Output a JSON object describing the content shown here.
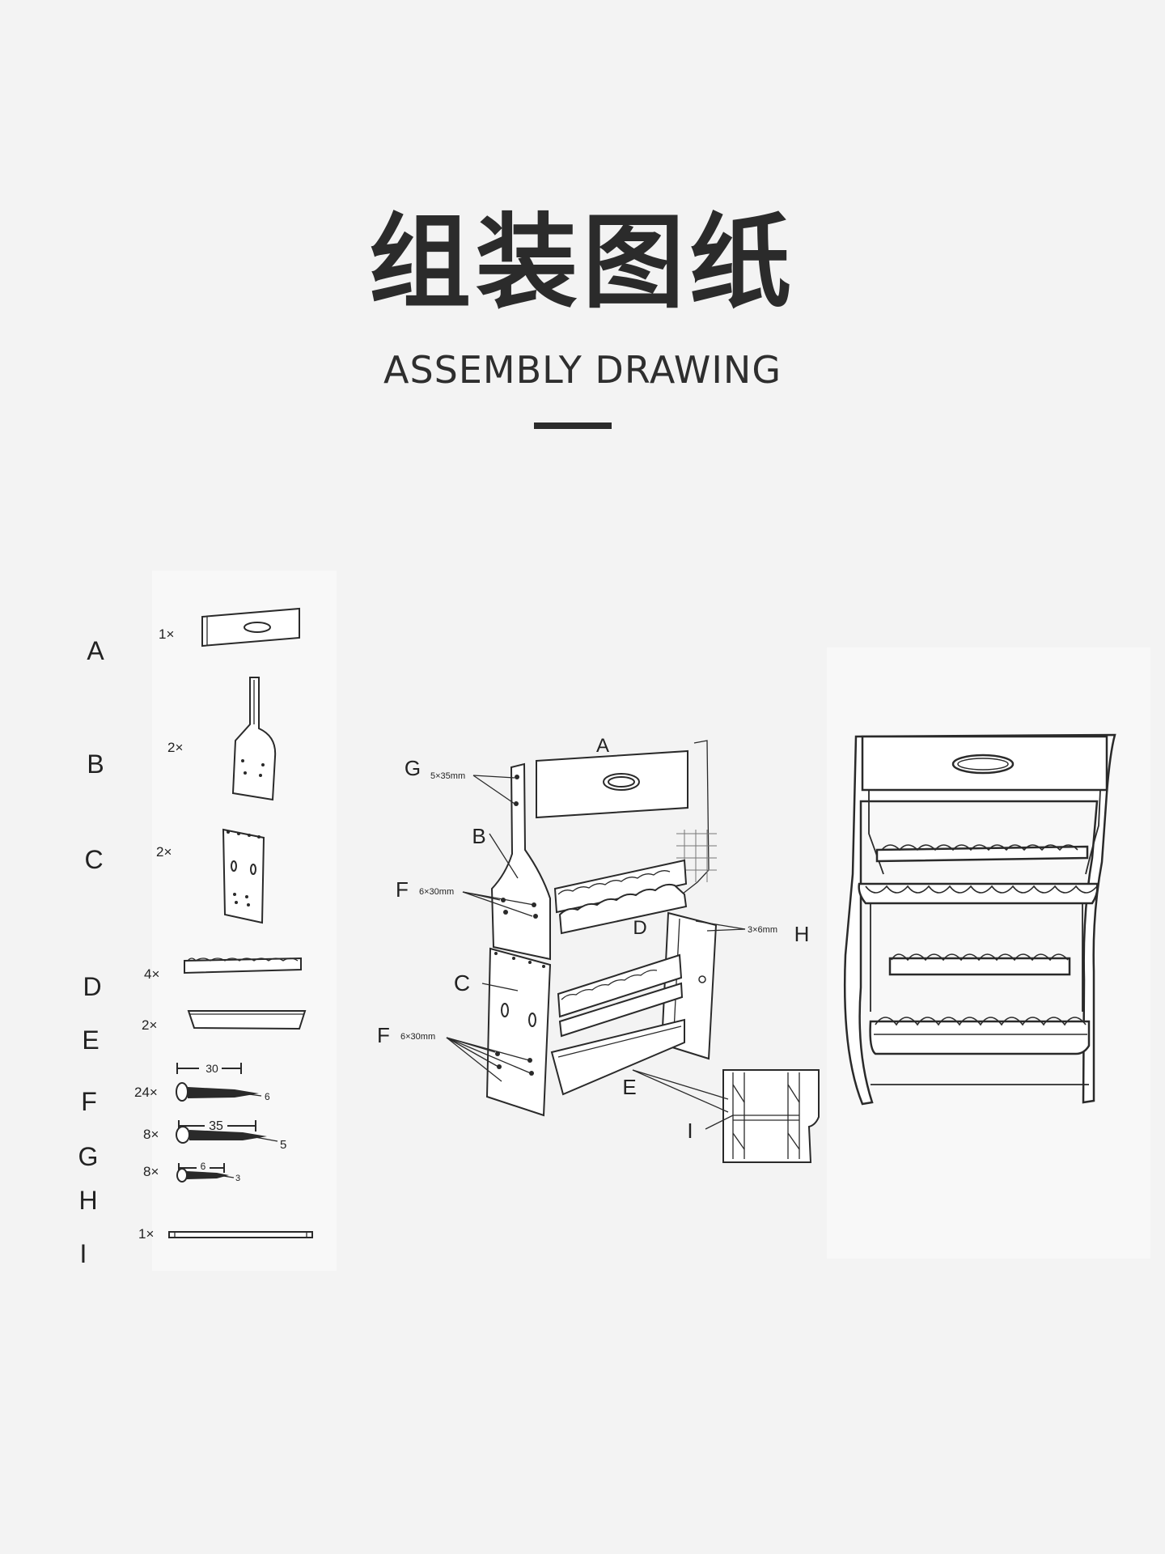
{
  "header": {
    "title": "组装图纸",
    "subtitle": "ASSEMBLY DRAWING"
  },
  "parts": [
    {
      "letter": "A",
      "qty": "1×"
    },
    {
      "letter": "B",
      "qty": "2×"
    },
    {
      "letter": "C",
      "qty": "2×"
    },
    {
      "letter": "D",
      "qty": "4×"
    },
    {
      "letter": "E",
      "qty": "2×"
    },
    {
      "letter": "F",
      "qty": "24×",
      "dim_length": "30",
      "dim_diameter": "6"
    },
    {
      "letter": "G",
      "qty": "8×",
      "dim_length": "35",
      "dim_diameter": "5"
    },
    {
      "letter": "H",
      "qty": "8×",
      "dim_length": "6",
      "dim_diameter": "3"
    },
    {
      "letter": "I",
      "qty": "1×"
    }
  ],
  "exploded_view": {
    "callouts": {
      "A": "A",
      "B": "B",
      "C": "C",
      "D": "D",
      "E": "E",
      "F": "F",
      "F2": "F",
      "G": "G",
      "H": "H",
      "I": "I"
    },
    "specs": {
      "G": "5×35mm",
      "F": "6×30mm",
      "F2": "6×30mm",
      "H": "3×6mm"
    }
  },
  "colors": {
    "background": "#f3f3f3",
    "ink": "#2b2b2b"
  }
}
